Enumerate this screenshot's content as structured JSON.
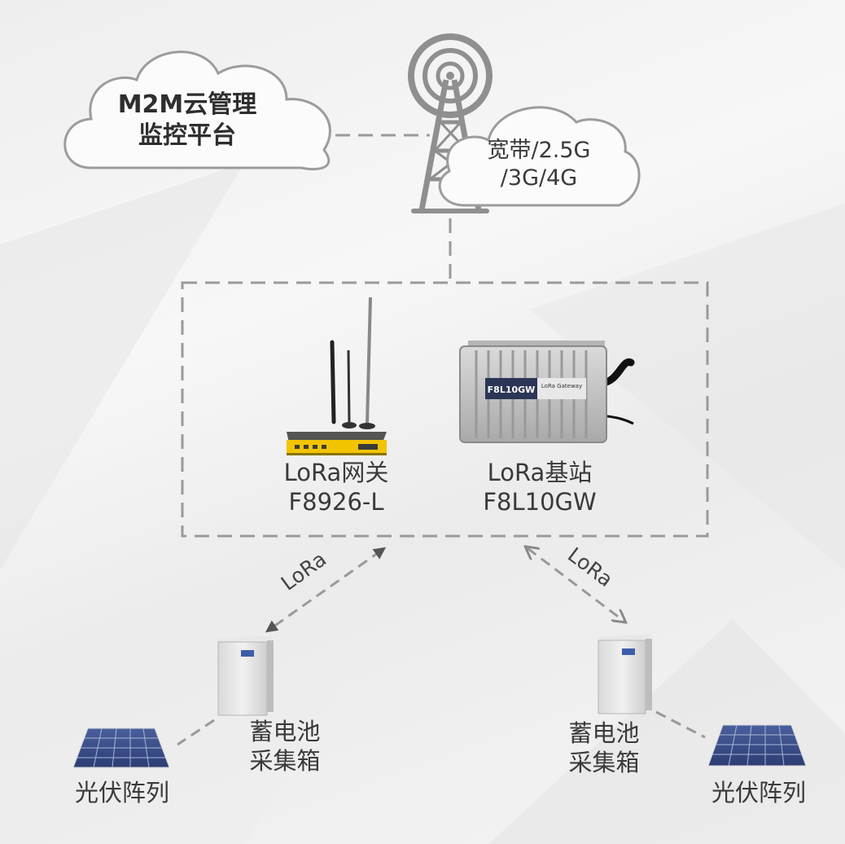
{
  "cloud": {
    "line1": "M2M云管理",
    "line2": "监控平台"
  },
  "network": {
    "line1": "宽带/2.5G",
    "line2": "/3G/4G"
  },
  "gateway": {
    "line1": "LoRa网关",
    "line2": "F8926-L"
  },
  "base_station": {
    "line1": "LoRa基站",
    "line2": "F8L10GW",
    "plate_model": "F8L10GW",
    "plate_brand": "LoRa Gateway"
  },
  "link_left": "LoRa",
  "link_right": "LoRa",
  "battery_left": {
    "line1": "蓄电池",
    "line2": "采集箱"
  },
  "battery_right": {
    "line1": "蓄电池",
    "line2": "采集箱"
  },
  "pv_left": "光伏阵列",
  "pv_right": "光伏阵列",
  "colors": {
    "dash": "#9a9a9a",
    "tower": "#8f8f8f",
    "gateway_body": "#f2c400",
    "cloud_stroke": "#9a9a9a"
  }
}
